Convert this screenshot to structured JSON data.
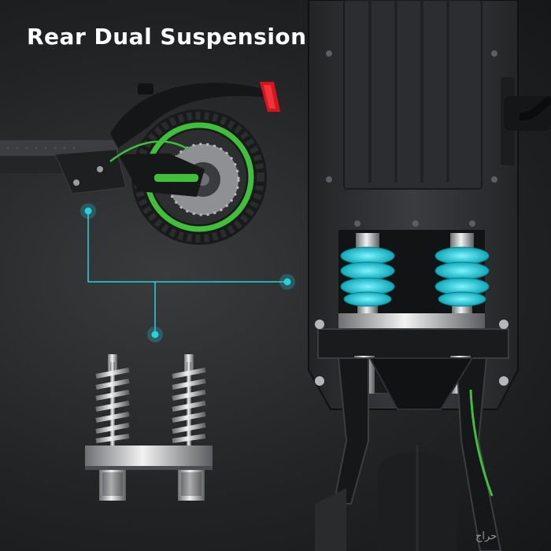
{
  "headline": "Rear Dual Suspension",
  "watermark": "حراج",
  "colors": {
    "accent_cyan": "#22d3e0",
    "accent_green": "#3fbf3a",
    "brake_light": "#d8141c",
    "body_dark": "#2e3033"
  },
  "icons": [
    "scooter-rear-wheel",
    "suspension-spring",
    "scooter-rear-body",
    "callout-dot"
  ]
}
